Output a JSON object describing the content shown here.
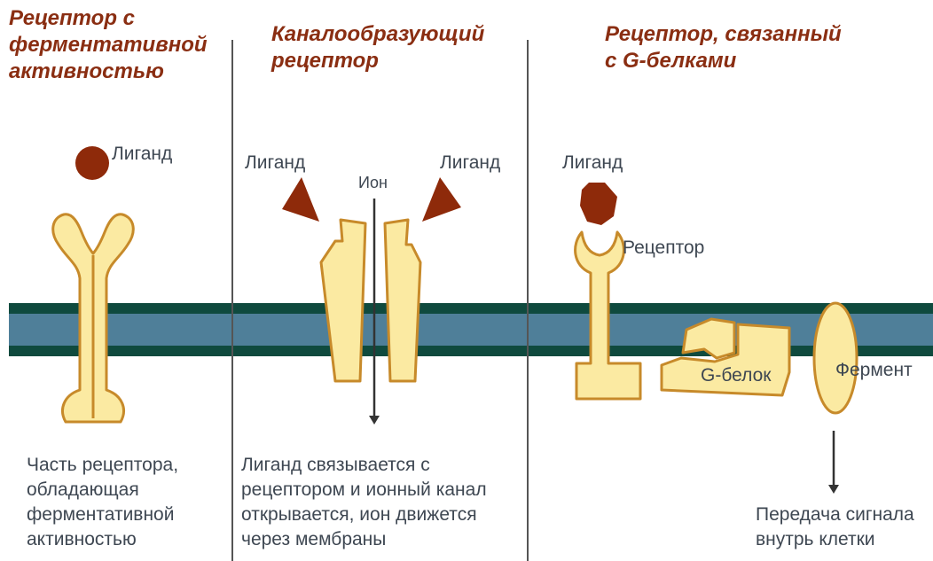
{
  "colors": {
    "title": "#8a2e12",
    "ligand": "#8e2a0a",
    "membrane_fill": "#4f7f99",
    "membrane_border": "#0f4a3e",
    "receptor_fill": "#fbeaa2",
    "receptor_stroke": "#c78a2a",
    "text": "#3e4752",
    "divider": "#555555"
  },
  "panels": [
    {
      "title_lines": [
        "Рецептор с",
        "ферментативной",
        "активностью"
      ],
      "ligand_label": "Лиганд",
      "caption_lines": [
        "Часть рецептора,",
        "обладающая",
        "ферментативной",
        "активностью"
      ]
    },
    {
      "title_lines": [
        "Каналообразующий",
        "рецептор"
      ],
      "ligand_left_label": "Лиганд",
      "ion_label": "Ион",
      "ligand_right_label": "Лиганд",
      "caption_lines": [
        "Лиганд связывается с",
        "рецептором и ионный канал",
        "открывается, ион движется",
        "через мембраны"
      ]
    },
    {
      "title_lines": [
        "Рецептор, связанный",
        "с G-белками"
      ],
      "ligand_label": "Лиганд",
      "receptor_label": "Рецептор",
      "g_protein_label": "G-белок",
      "enzyme_label": "Фермент",
      "caption_lines": [
        "Передача сигнала",
        "внутрь клетки"
      ]
    }
  ]
}
